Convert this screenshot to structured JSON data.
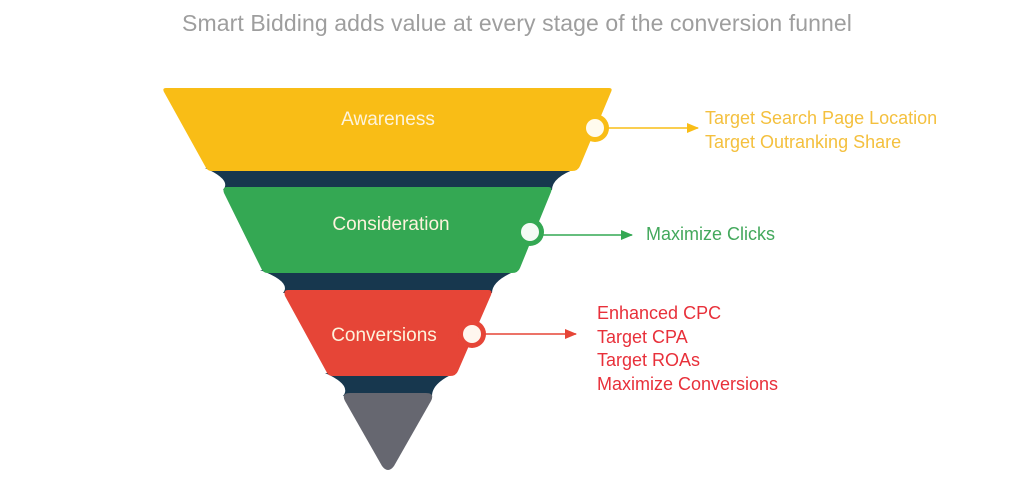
{
  "title": "Smart Bidding adds value at every stage of the conversion funnel",
  "colors": {
    "awareness": "#f9bd16",
    "consideration": "#34a853",
    "conversions": "#e64537",
    "bottom": "#666770",
    "shadow": "#17374e",
    "awareness_text": "#f4c03e",
    "consideration_text": "#43a85c",
    "conversions_text": "#e8303a",
    "title_text": "#9e9e9e"
  },
  "stages": [
    {
      "label": "Awareness",
      "strategies": [
        "Target Search Page Location",
        "Target Outranking Share"
      ]
    },
    {
      "label": "Consideration",
      "strategies": [
        "Maximize Clicks"
      ]
    },
    {
      "label": "Conversions",
      "strategies": [
        "Enhanced CPC",
        "Target CPA",
        "Target ROAs",
        "Maximize Conversions"
      ]
    }
  ]
}
